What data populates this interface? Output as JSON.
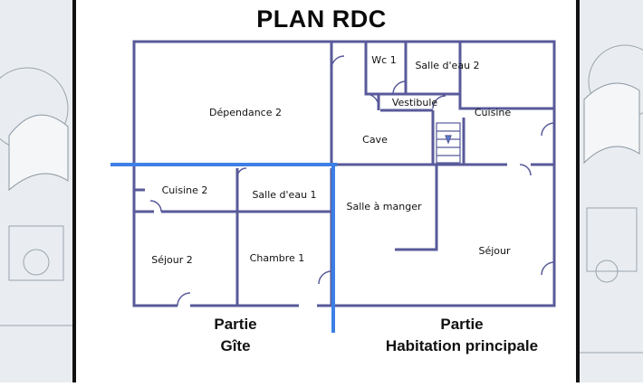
{
  "plan": {
    "title": "PLAN RDC",
    "rooms": {
      "dependance2": "Dépendance 2",
      "wc1": "Wc 1",
      "salle_eau2": "Salle d'eau 2",
      "vestibule": "Vestibule",
      "cuisine": "Cuisine",
      "cave": "Cave",
      "cuisine2": "Cuisine 2",
      "salle_eau1": "Salle d'eau 1",
      "salle_manger": "Salle à manger",
      "sejour2": "Séjour 2",
      "chambre1": "Chambre 1",
      "sejour": "Séjour"
    },
    "captions": {
      "gite_line1": "Partie",
      "gite_line2": "Gîte",
      "main_line1": "Partie",
      "main_line2": "Habitation principale"
    }
  },
  "colors": {
    "wall": "#585a9a",
    "divider": "#3d7fe6"
  }
}
